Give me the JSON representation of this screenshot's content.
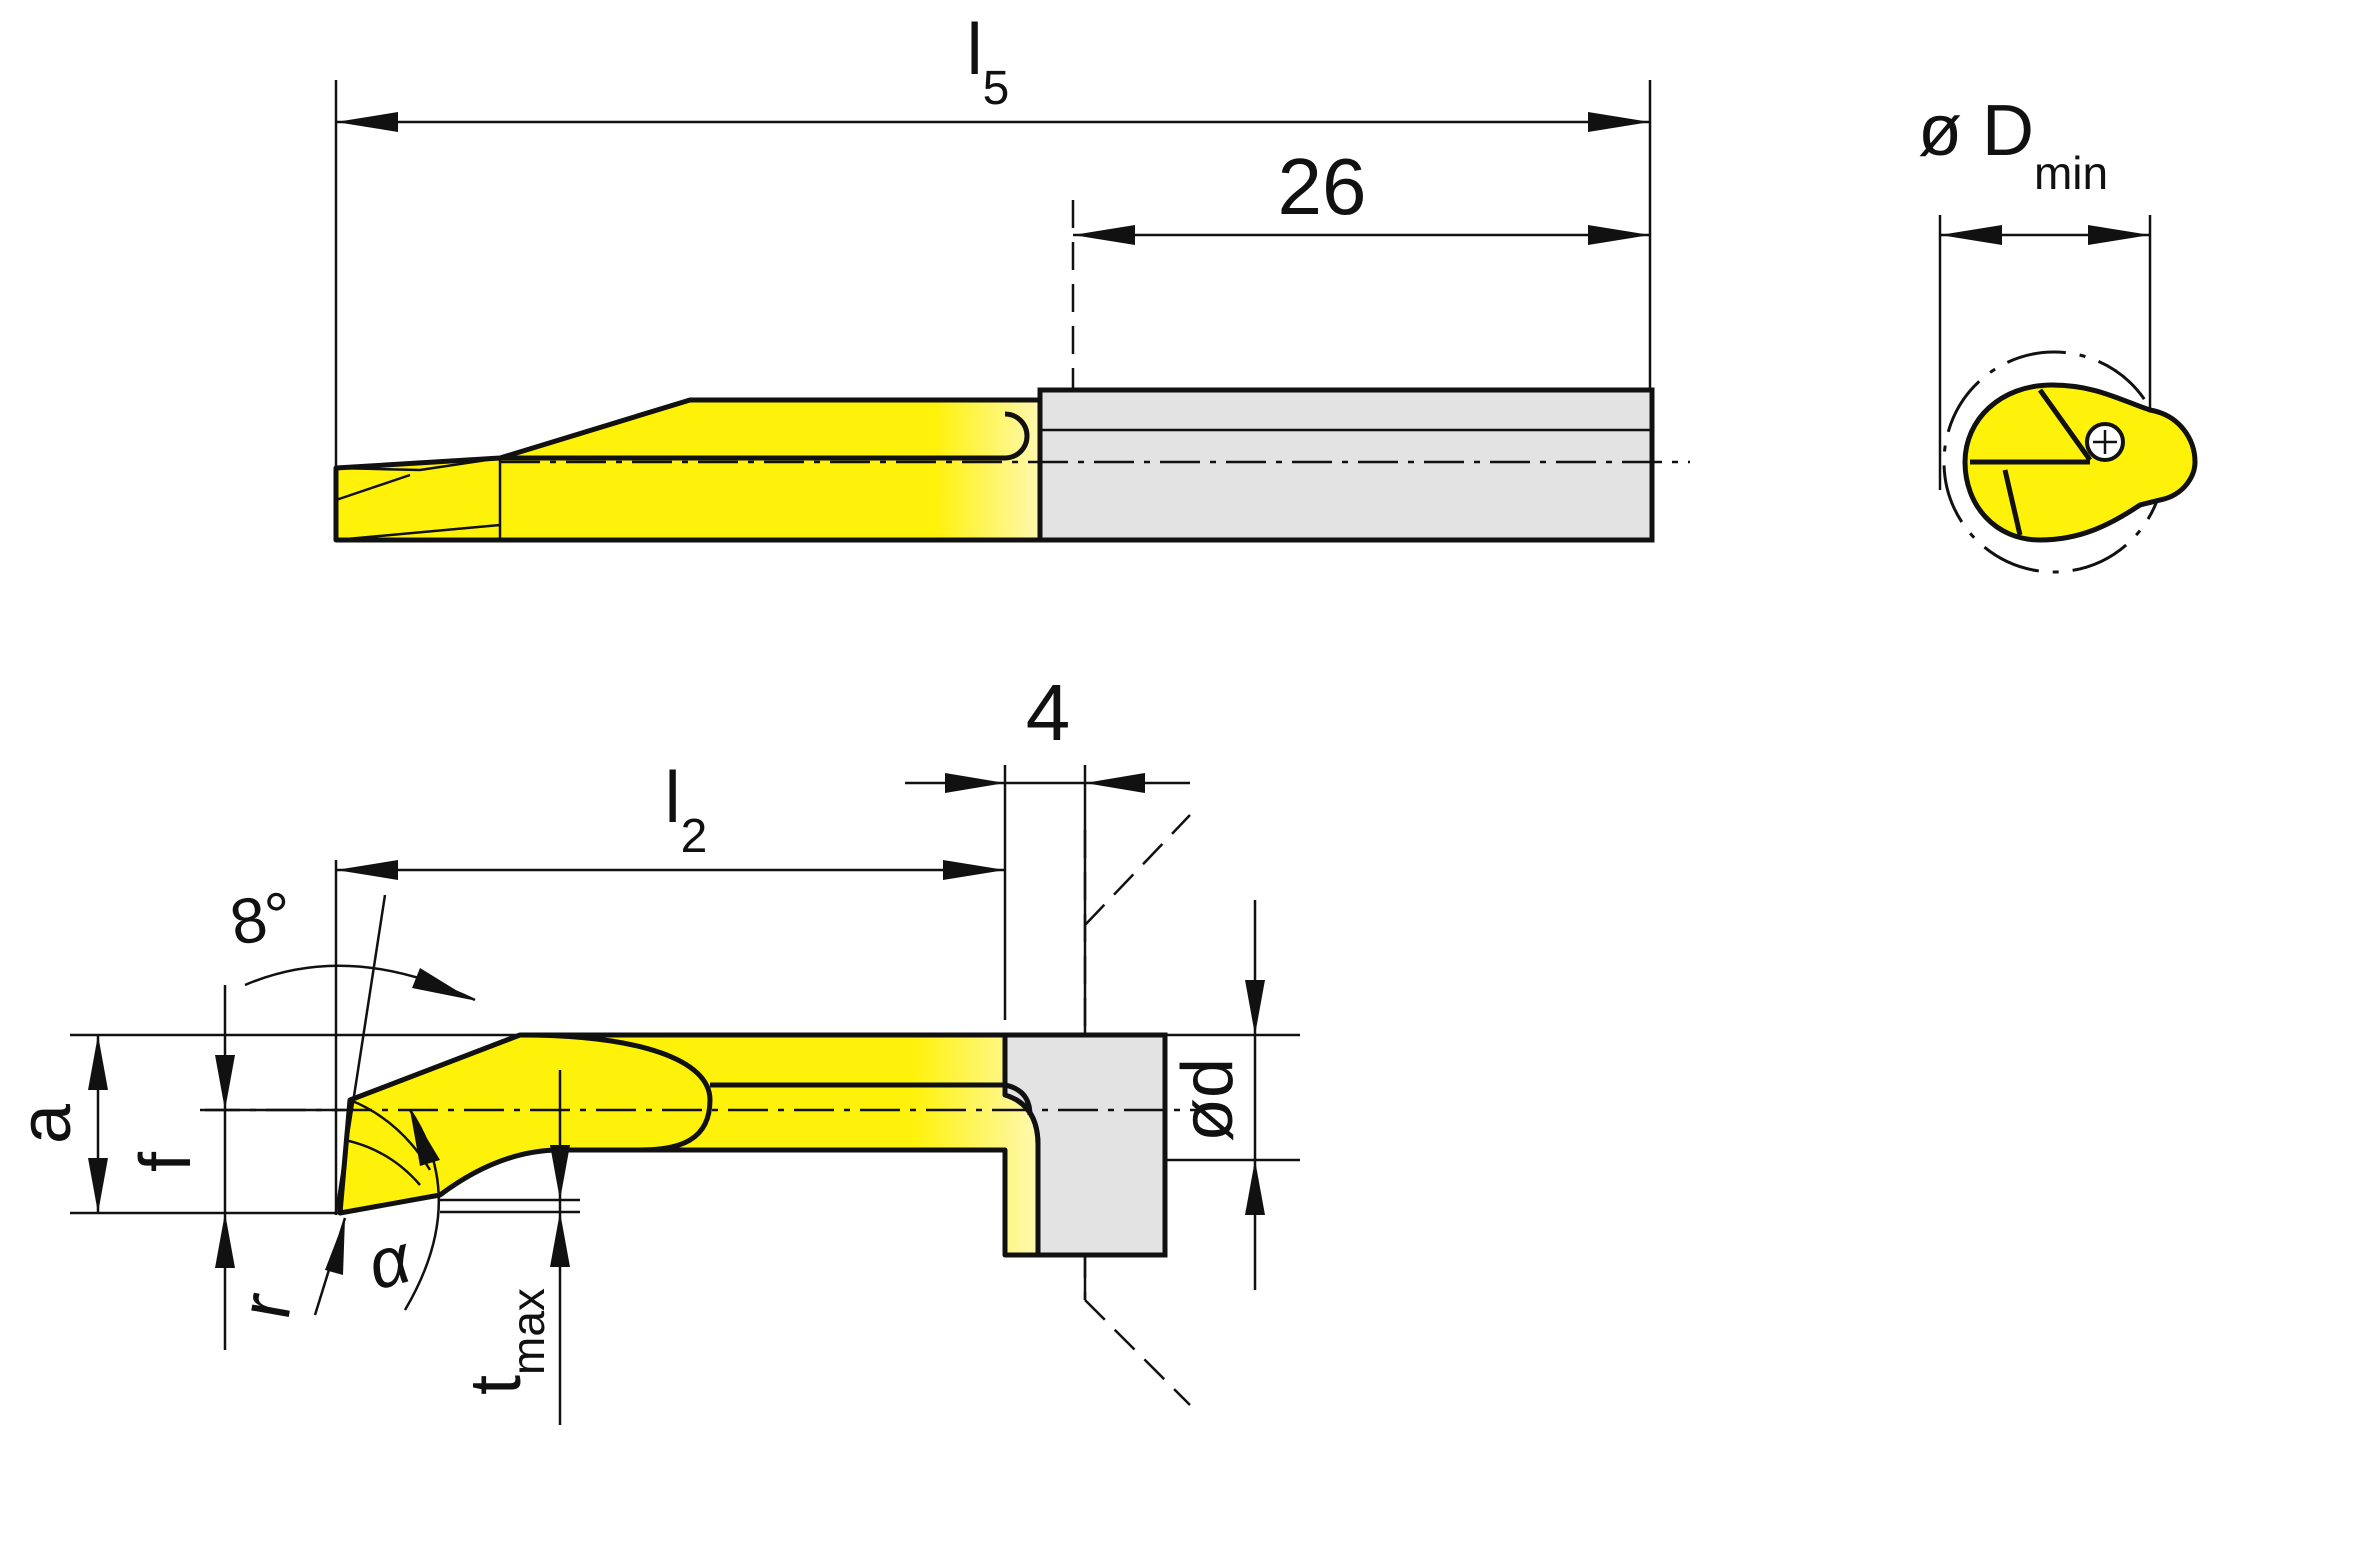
{
  "colors": {
    "carbide": "#fff20a",
    "carbide_fade": "#fff8b0",
    "shank": "#e3e3e3",
    "line": "#111111",
    "background": "#ffffff"
  },
  "side_view": {
    "overall_length_label": "l",
    "overall_length_sub": "5",
    "shank_length_label": "26"
  },
  "end_view": {
    "min_bore_label": "ø D",
    "min_bore_sub": "min"
  },
  "detail_view": {
    "cutting_length_label": "l",
    "cutting_length_sub": "2",
    "collar_label": "4",
    "angle_label": "8°",
    "a_label": "a",
    "f_label": "f",
    "r_label": "r",
    "alpha_label": "α",
    "tmax_label": "t",
    "tmax_sub": "max",
    "shank_dia_label": "ød"
  }
}
